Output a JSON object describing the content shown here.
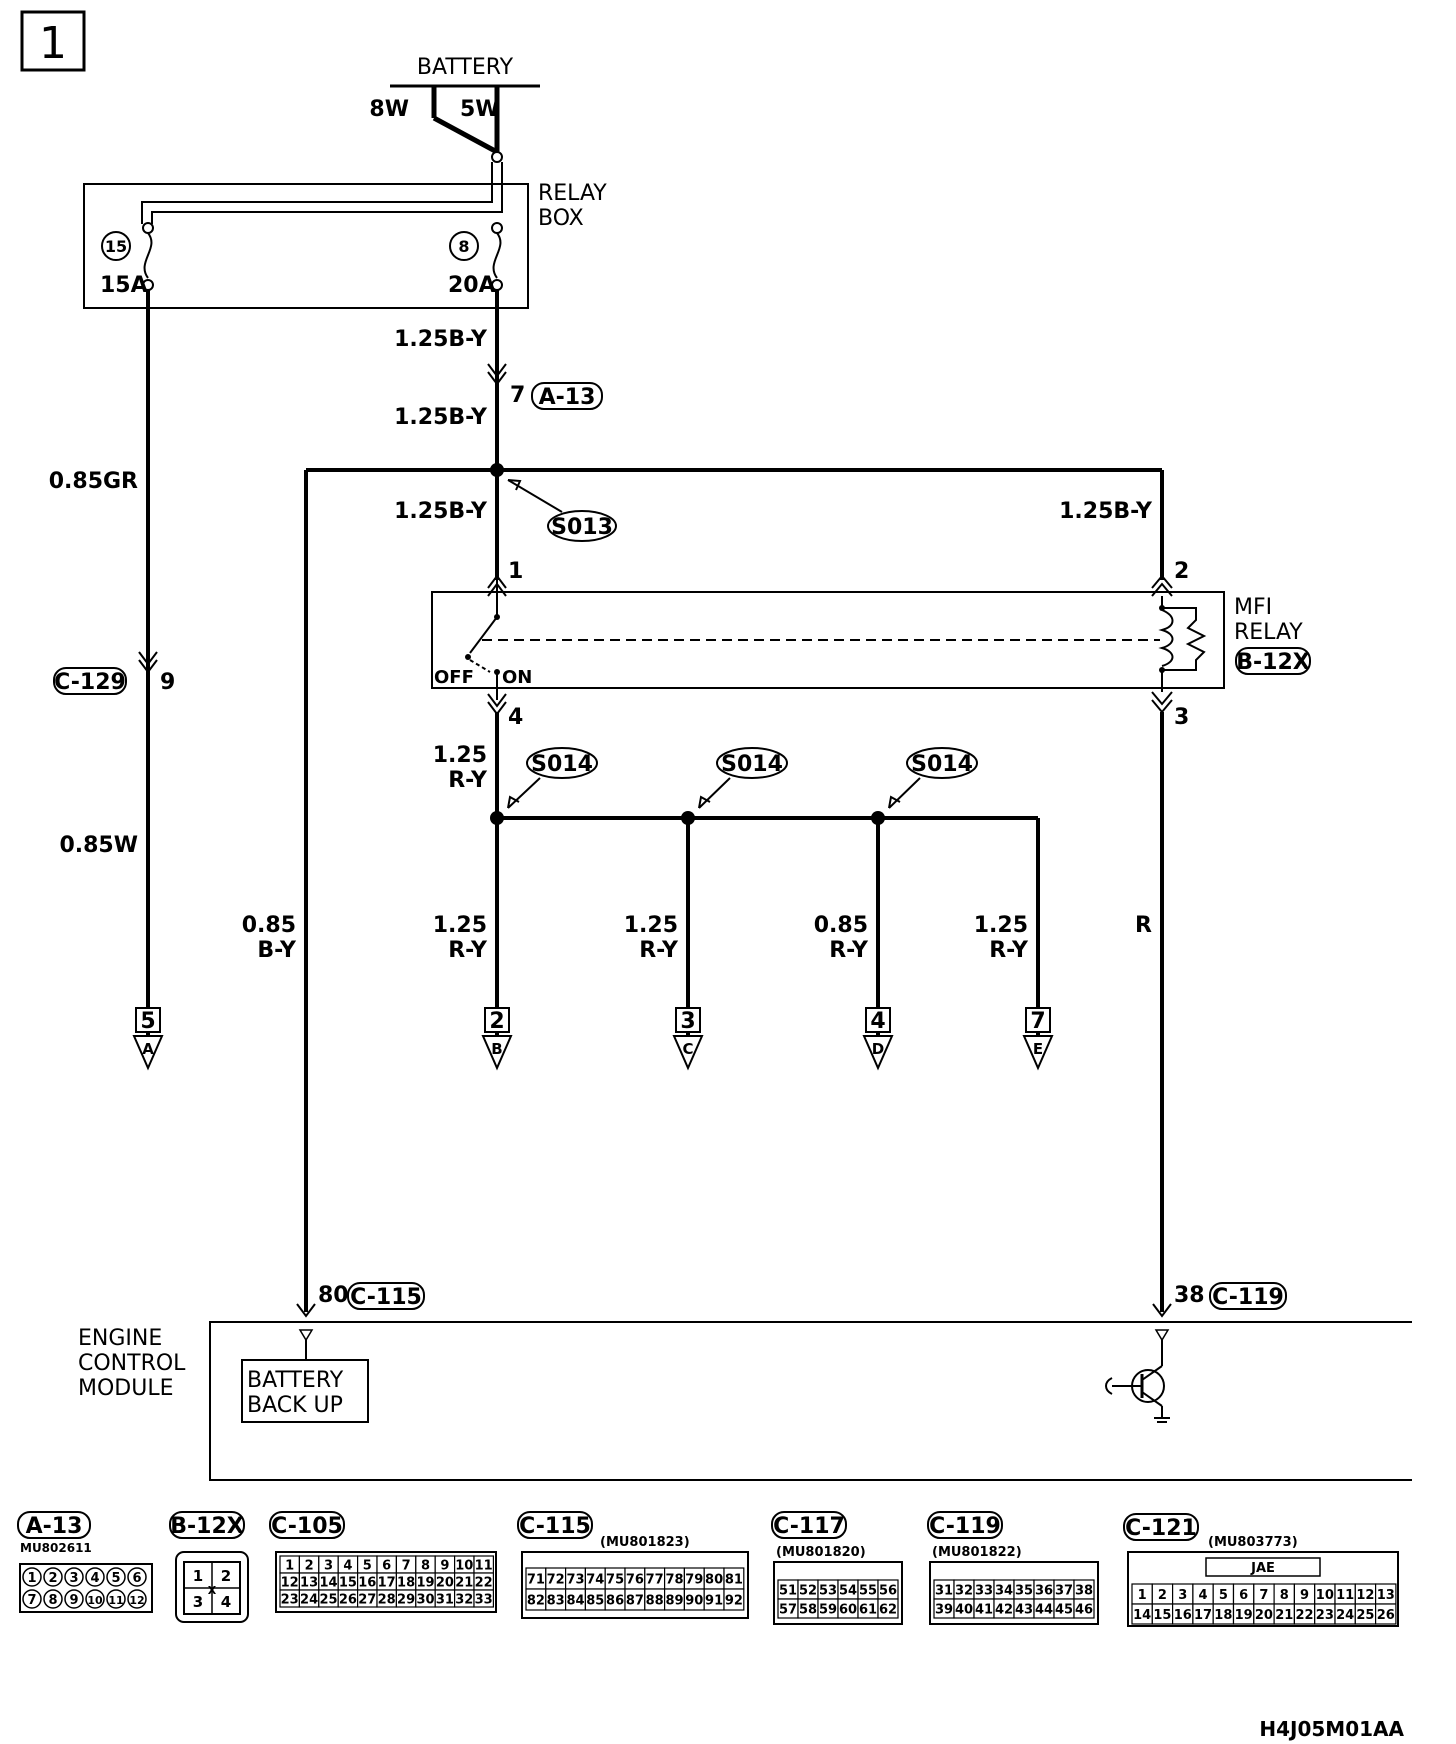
{
  "page_number": "1",
  "battery": {
    "label": "BATTERY",
    "fusible_links": [
      "8W",
      "5W"
    ]
  },
  "relay_box": {
    "label_line1": "RELAY",
    "label_line2": "BOX",
    "fuse_left": {
      "number": "15",
      "rating": "15A"
    },
    "fuse_right": {
      "number": "8",
      "rating": "20A"
    }
  },
  "wires": {
    "relay_out": "1.25B-Y",
    "after_a13": "1.25B-Y",
    "left_gr": "0.85GR",
    "s013_down": "1.25B-Y",
    "right_by": "1.25B-Y",
    "left_w": "0.85W",
    "bkup_line1": "0.85",
    "bkup_line2": "B-Y",
    "relay_sw_out_line1": "1.25",
    "relay_sw_out_line2": "R-Y",
    "branch_b_line1": "1.25",
    "branch_b_line2": "R-Y",
    "branch_c_line1": "1.25",
    "branch_c_line2": "R-Y",
    "branch_d_line1": "0.85",
    "branch_d_line2": "R-Y",
    "branch_e_line1": "1.25",
    "branch_e_line2": "R-Y",
    "relay_coil_out": "R"
  },
  "connectors": {
    "a13_pin": "7",
    "a13": "A-13",
    "c129": "C-129",
    "c129_pin": "9",
    "c115_pin": "80",
    "c115": "C-115",
    "c119_pin": "38",
    "c119": "C-119"
  },
  "splices": {
    "s013": "S013",
    "s014": "S014"
  },
  "mfi_relay": {
    "label_line1": "MFI",
    "label_line2": "RELAY",
    "connector": "B-12X",
    "pin1": "1",
    "pin2": "2",
    "pin3": "3",
    "pin4": "4",
    "off": "OFF",
    "on": "ON"
  },
  "offpage": [
    {
      "num": "5",
      "letter": "A"
    },
    {
      "num": "2",
      "letter": "B"
    },
    {
      "num": "3",
      "letter": "C"
    },
    {
      "num": "4",
      "letter": "D"
    },
    {
      "num": "7",
      "letter": "E"
    }
  ],
  "ecm": {
    "label_line1": "ENGINE",
    "label_line2": "CONTROL",
    "label_line3": "MODULE",
    "battery_backup_line1": "BATTERY",
    "battery_backup_line2": "BACK UP"
  },
  "legend": {
    "a13": {
      "label": "A-13",
      "part": "MU802611",
      "rows": [
        [
          "1",
          "2",
          "3",
          "4",
          "5",
          "6"
        ],
        [
          "7",
          "8",
          "9",
          "10",
          "11",
          "12"
        ]
      ]
    },
    "b12x": {
      "label": "B-12X",
      "rows": [
        [
          "1",
          "2"
        ],
        [
          "3",
          "4"
        ]
      ],
      "mark": "X"
    },
    "c105": {
      "label": "C-105",
      "rows": [
        [
          "1",
          "2",
          "3",
          "4",
          "5",
          "6",
          "7",
          "8",
          "9",
          "10",
          "11"
        ],
        [
          "12",
          "13",
          "14",
          "15",
          "16",
          "17",
          "18",
          "19",
          "20",
          "21",
          "22"
        ],
        [
          "23",
          "24",
          "25",
          "26",
          "27",
          "28",
          "29",
          "30",
          "31",
          "32",
          "33"
        ]
      ]
    },
    "c115": {
      "label": "C-115",
      "part": "(MU801823)",
      "rows": [
        [
          "71",
          "72",
          "73",
          "74",
          "75",
          "76",
          "77",
          "78",
          "79",
          "80",
          "81"
        ],
        [
          "82",
          "83",
          "84",
          "85",
          "86",
          "87",
          "88",
          "89",
          "90",
          "91",
          "92"
        ]
      ]
    },
    "c117": {
      "label": "C-117",
      "part": "(MU801820)",
      "rows": [
        [
          "51",
          "52",
          "53",
          "54",
          "55",
          "56"
        ],
        [
          "57",
          "58",
          "59",
          "60",
          "61",
          "62"
        ]
      ]
    },
    "c119": {
      "label": "C-119",
      "part": "(MU801822)",
      "rows": [
        [
          "31",
          "32",
          "33",
          "34",
          "35",
          "36",
          "37",
          "38"
        ],
        [
          "39",
          "40",
          "41",
          "42",
          "43",
          "44",
          "45",
          "46"
        ]
      ]
    },
    "c121": {
      "label": "C-121",
      "part": "(MU803773)",
      "sub": "JAE",
      "rows": [
        [
          "1",
          "2",
          "3",
          "4",
          "5",
          "6",
          "7",
          "8",
          "9",
          "10",
          "11",
          "12",
          "13"
        ],
        [
          "14",
          "15",
          "16",
          "17",
          "18",
          "19",
          "20",
          "21",
          "22",
          "23",
          "24",
          "25",
          "26"
        ]
      ]
    }
  },
  "figure_code": "H4J05M01AA"
}
